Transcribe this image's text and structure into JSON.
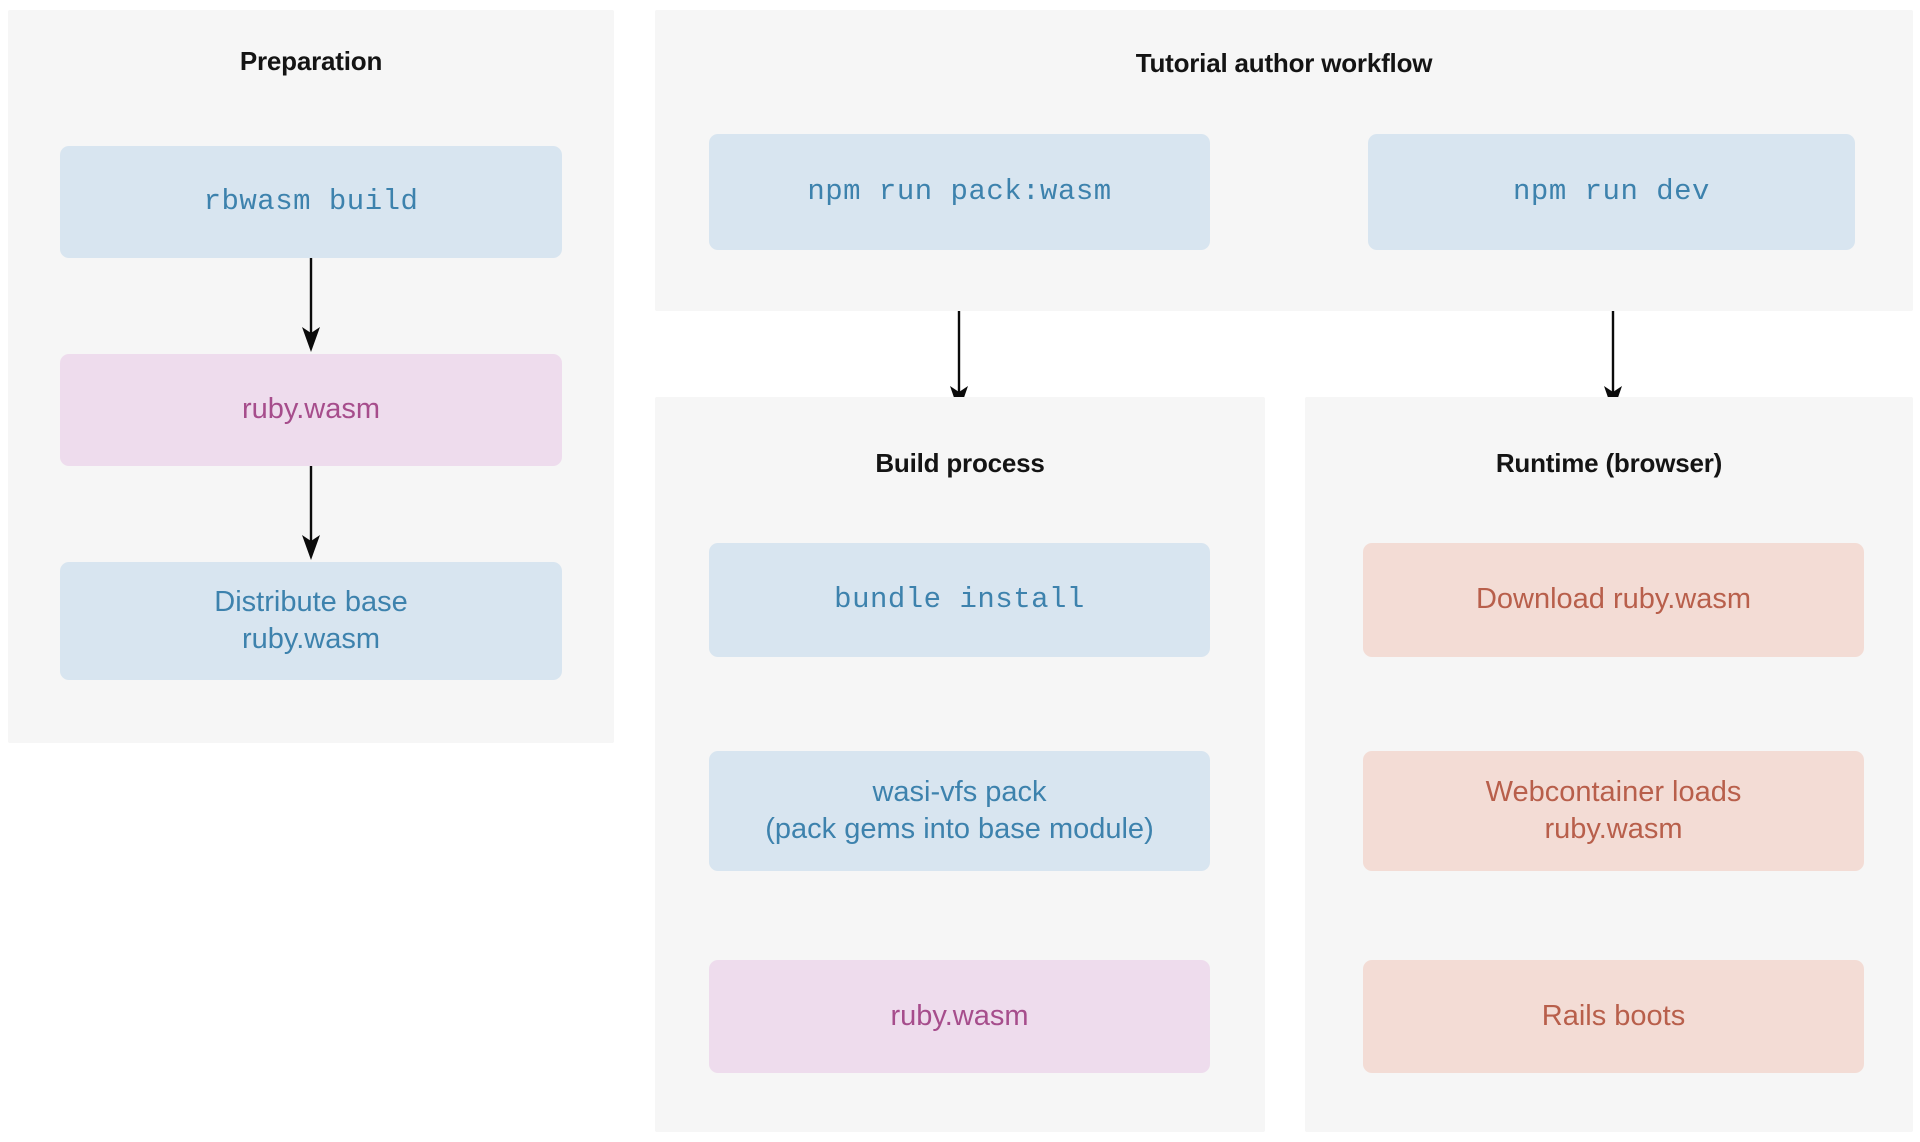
{
  "diagram": {
    "type": "flowchart",
    "direction": "top-down",
    "subgraphs": [
      {
        "id": "preparation",
        "title": "Preparation",
        "nodes": [
          {
            "id": "rbwasm-build",
            "label": "rbwasm build",
            "style": "blue",
            "font": "mono"
          },
          {
            "id": "ruby-wasm-base",
            "label": "ruby.wasm",
            "style": "pink",
            "font": "sans"
          },
          {
            "id": "distribute-base",
            "label": "Distribute base\nruby.wasm",
            "style": "blue",
            "font": "sans"
          }
        ]
      },
      {
        "id": "tutorial-author-workflow",
        "title": "Tutorial author workflow",
        "nodes": [
          {
            "id": "npm-run-pack-wasm",
            "label": "npm run pack:wasm",
            "style": "blue",
            "font": "mono"
          },
          {
            "id": "npm-run-dev",
            "label": "npm run dev",
            "style": "blue",
            "font": "mono"
          }
        ]
      },
      {
        "id": "build-process",
        "title": "Build process",
        "nodes": [
          {
            "id": "bundle-install",
            "label": "bundle install",
            "style": "blue",
            "font": "mono"
          },
          {
            "id": "wasi-vfs-pack",
            "label": "wasi-vfs pack\n(pack gems into base module)",
            "style": "blue",
            "font": "sans"
          },
          {
            "id": "ruby-wasm-built",
            "label": "ruby.wasm",
            "style": "pink",
            "font": "sans"
          }
        ]
      },
      {
        "id": "runtime-browser",
        "title": "Runtime (browser)",
        "nodes": [
          {
            "id": "download-ruby-wasm",
            "label": "Download ruby.wasm",
            "style": "salmon",
            "font": "sans"
          },
          {
            "id": "webcontainer-loads",
            "label": "Webcontainer loads\nruby.wasm",
            "style": "salmon",
            "font": "sans"
          },
          {
            "id": "rails-boots",
            "label": "Rails boots",
            "style": "salmon",
            "font": "sans"
          }
        ]
      }
    ],
    "edges": [
      {
        "from": "rbwasm-build",
        "to": "ruby-wasm-base",
        "direction": "down"
      },
      {
        "from": "ruby-wasm-base",
        "to": "distribute-base",
        "direction": "down"
      },
      {
        "from": "npm-run-pack-wasm",
        "to": "npm-run-dev",
        "direction": "right"
      },
      {
        "from": "npm-run-pack-wasm",
        "to": "bundle-install",
        "direction": "down"
      },
      {
        "from": "npm-run-dev",
        "to": "download-ruby-wasm",
        "direction": "down"
      },
      {
        "from": "bundle-install",
        "to": "wasi-vfs-pack",
        "direction": "down"
      },
      {
        "from": "wasi-vfs-pack",
        "to": "ruby-wasm-built",
        "direction": "down"
      },
      {
        "from": "download-ruby-wasm",
        "to": "webcontainer-loads",
        "direction": "down"
      },
      {
        "from": "webcontainer-loads",
        "to": "rails-boots",
        "direction": "down"
      }
    ],
    "colors": {
      "background": "#ffffff",
      "subgraph_fill": "#f6f6f6",
      "blue_fill": "#d8e5f0",
      "blue_text": "#3d82ad",
      "pink_fill": "#eedced",
      "pink_text": "#a64d8c",
      "salmon_fill": "#f3dcd5",
      "salmon_text": "#b85f4b",
      "edge_stroke": "#0b0b0b",
      "title_text": "#141414"
    }
  }
}
